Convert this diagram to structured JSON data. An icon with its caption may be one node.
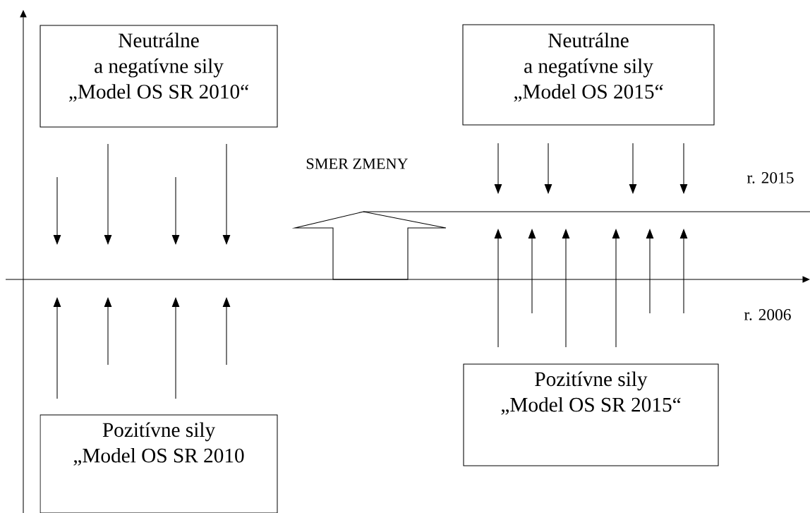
{
  "diagram": {
    "nodes": [
      {
        "text": [
          "Neutrálne",
          "a negatívne sily",
          "„Model OS SR 2010“"
        ]
      },
      {
        "text": [
          "Neutrálne",
          "a negatívne sily",
          "„Model OS 2015“"
        ]
      },
      {
        "text": [
          "Pozitívne sily",
          "„Model OS SR 2010"
        ]
      },
      {
        "text": [
          "Pozitívne sily",
          "„Model OS SR 2015“"
        ]
      }
    ],
    "labels": [
      "SMER ZMENY",
      "r. 2015",
      "r. 2006"
    ]
  }
}
